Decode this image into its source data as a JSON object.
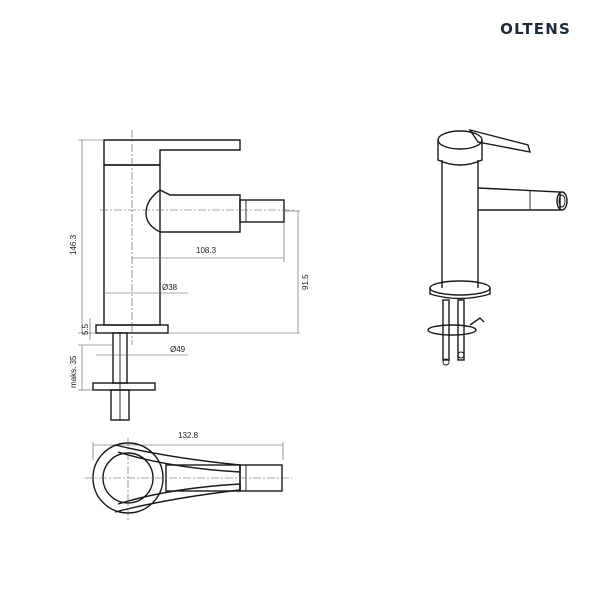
{
  "brand": {
    "name": "OLTENS"
  },
  "dimensions": {
    "height_total": "146.3",
    "spout_reach": "108.3",
    "spout_height": "91.5",
    "body_diameter": "Ø38",
    "base_thickness": "5.5",
    "base_diameter": "Ø49",
    "max_countertop": "maks. 35",
    "top_length": "132.8"
  }
}
